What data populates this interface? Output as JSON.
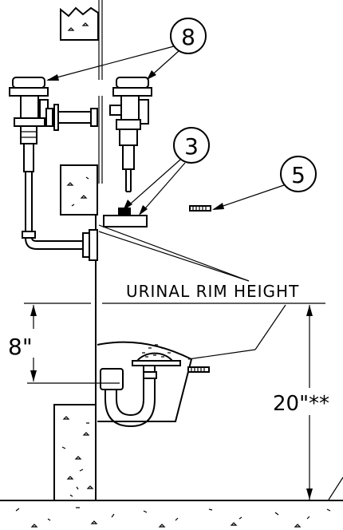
{
  "callouts": [
    {
      "id": "8",
      "label": "8"
    },
    {
      "id": "3",
      "label": "3"
    },
    {
      "id": "5",
      "label": "5"
    }
  ],
  "labels": {
    "rim_height": "URINAL RIM HEIGHT",
    "dim_8": "8\"",
    "dim_20": "20\"**"
  }
}
